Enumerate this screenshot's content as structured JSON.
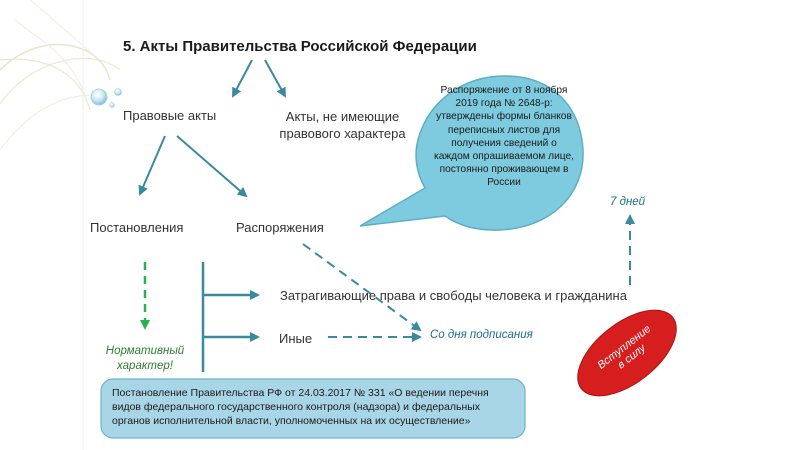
{
  "title": "5. Акты Правительства Российской Федерации",
  "nodes": {
    "legal_acts": "Правовые акты",
    "non_legal_acts_line1": "Акты, не имеющие",
    "non_legal_acts_line2": "правового характера",
    "resolutions": "Постановления",
    "orders": "Распоряжения",
    "rights_affecting": "Затрагивающие права и свободы человека и гражданина",
    "others": "Иные",
    "normative_line1": "Нормативный",
    "normative_line2": "характер!",
    "from_signing": "Со дня подписания",
    "seven_days": "7 дней",
    "entry_into_force_line1": "Вступление",
    "entry_into_force_line2": "в силу"
  },
  "callout": "Распоряжение от 8 ноября 2019 года № 2648-р: утверждены формы бланков переписных листов для получения сведений о каждом опрашиваемом лице, постоянно проживающем в России",
  "note": "Постановление Правительства РФ от 24.03.2017 № 331 «О ведении перечня видов федерального государственного контроля (надзора) и федеральных органов исполнительной власти, уполномоченных на их осуществление»",
  "colors": {
    "arrow": "#3a8a9e",
    "green_dashed": "#2bb24c",
    "callout_fill": "#7ecbe0",
    "note_fill": "#a9d6e6",
    "red_oval": "#d61e1e"
  }
}
